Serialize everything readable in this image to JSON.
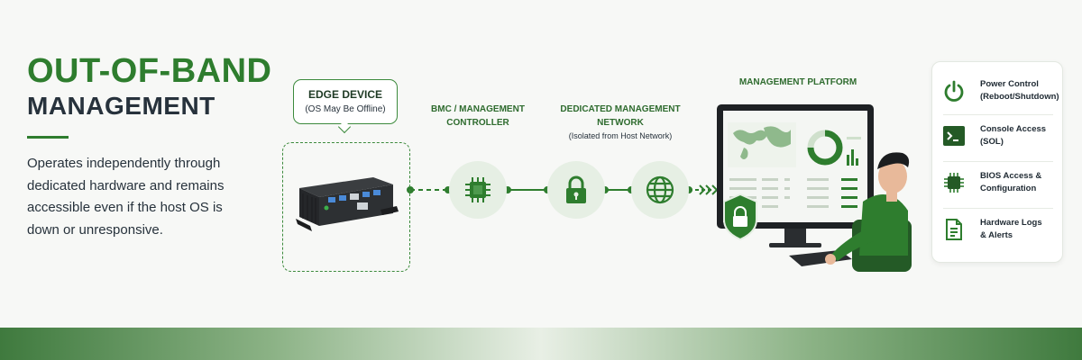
{
  "header": {
    "title_line1": "OUT-OF-BAND",
    "title_line2": "MANAGEMENT",
    "description": "Operates independently through dedicated hardware and remains accessible even if the host OS is down or unresponsive."
  },
  "edge_device": {
    "title": "EDGE DEVICE",
    "subtitle": "(OS May Be Offline)"
  },
  "bmc": {
    "line1": "BMC / MANAGEMENT",
    "line2": "CONTROLLER"
  },
  "network": {
    "title": "DEDICATED MANAGEMENT NETWORK",
    "subtitle": "(Isolated from Host Network)"
  },
  "platform": {
    "title": "MANAGEMENT PLATFORM"
  },
  "features": [
    {
      "line1": "Power Control",
      "line2": "(Reboot/Shutdown)",
      "icon": "power-icon"
    },
    {
      "line1": "Console Access",
      "line2": "(SOL)",
      "icon": "terminal-icon"
    },
    {
      "line1": "BIOS Access &",
      "line2": "Configuration",
      "icon": "chip-icon"
    },
    {
      "line1": "Hardware Logs",
      "line2": "& Alerts",
      "icon": "document-icon"
    }
  ],
  "colors": {
    "accent": "#2e7d2e",
    "dark": "#27323c",
    "node_bg": "#e6efe4"
  }
}
